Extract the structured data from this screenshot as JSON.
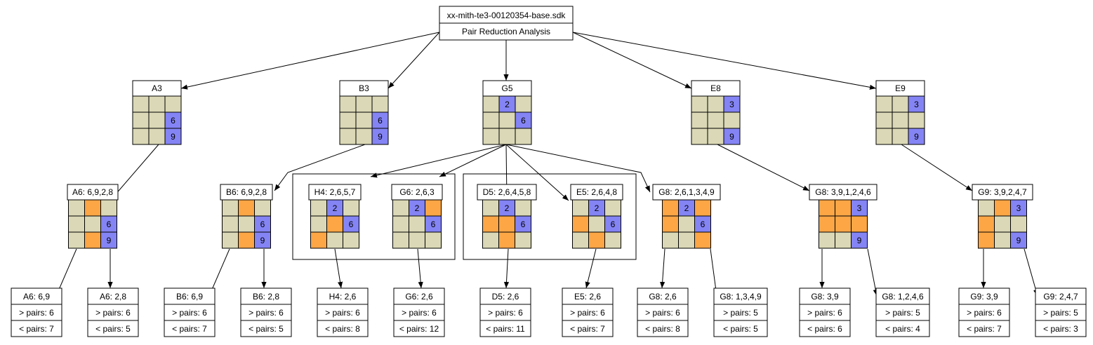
{
  "root": {
    "title": "xx-mith-te3-00120354-base.sdk",
    "subtitle": "Pair Reduction Analysis"
  },
  "colors": {
    "plain": "#dad8b6",
    "blue": "#8484f5",
    "orange": "#fca646",
    "line": "#000000",
    "bg": "#ffffff"
  },
  "cells": [
    {
      "id": "A3",
      "label": "A3",
      "grid": [
        [
          "p",
          "p",
          "p"
        ],
        [
          "p",
          "p",
          "b6"
        ],
        [
          "p",
          "p",
          "b9"
        ]
      ]
    },
    {
      "id": "B3",
      "label": "B3",
      "grid": [
        [
          "p",
          "p",
          "p"
        ],
        [
          "p",
          "p",
          "b6"
        ],
        [
          "p",
          "p",
          "b9"
        ]
      ]
    },
    {
      "id": "G5",
      "label": "G5",
      "grid": [
        [
          "p",
          "b2",
          "p"
        ],
        [
          "p",
          "p",
          "b6"
        ],
        [
          "p",
          "p",
          "p"
        ]
      ]
    },
    {
      "id": "E8",
      "label": "E8",
      "grid": [
        [
          "p",
          "p",
          "b3"
        ],
        [
          "p",
          "p",
          "p"
        ],
        [
          "p",
          "p",
          "b9"
        ]
      ]
    },
    {
      "id": "E9",
      "label": "E9",
      "grid": [
        [
          "p",
          "p",
          "b3"
        ],
        [
          "p",
          "p",
          "p"
        ],
        [
          "p",
          "p",
          "b9"
        ]
      ]
    }
  ],
  "candidates": [
    {
      "id": "A6",
      "label": "A6: 6,9,2,8",
      "grid": [
        [
          "p",
          "o",
          "p"
        ],
        [
          "p",
          "p",
          "b6"
        ],
        [
          "p",
          "o",
          "b9"
        ]
      ]
    },
    {
      "id": "B6",
      "label": "B6: 6,9,2,8",
      "grid": [
        [
          "p",
          "o",
          "p"
        ],
        [
          "p",
          "p",
          "b6"
        ],
        [
          "p",
          "o",
          "b9"
        ]
      ]
    },
    {
      "id": "H4",
      "label": "H4: 2,6,5,7",
      "grid": [
        [
          "p",
          "b2",
          "p"
        ],
        [
          "p",
          "o",
          "b6"
        ],
        [
          "o",
          "p",
          "p"
        ]
      ]
    },
    {
      "id": "G6",
      "label": "G6: 2,6,3",
      "grid": [
        [
          "p",
          "b2",
          "o"
        ],
        [
          "p",
          "p",
          "b6"
        ],
        [
          "p",
          "p",
          "p"
        ]
      ]
    },
    {
      "id": "D5",
      "label": "D5: 2,6,4,5,8",
      "grid": [
        [
          "p",
          "b2",
          "p"
        ],
        [
          "o",
          "o",
          "b6"
        ],
        [
          "p",
          "o",
          "p"
        ]
      ]
    },
    {
      "id": "E5",
      "label": "E5: 2,6,4,8",
      "grid": [
        [
          "p",
          "b2",
          "p"
        ],
        [
          "o",
          "p",
          "b6"
        ],
        [
          "p",
          "o",
          "p"
        ]
      ]
    },
    {
      "id": "G8a",
      "label": "G8: 2,6,1,3,4,9",
      "grid": [
        [
          "o",
          "b2",
          "o"
        ],
        [
          "o",
          "p",
          "b6"
        ],
        [
          "p",
          "p",
          "o"
        ]
      ]
    },
    {
      "id": "G8b",
      "label": "G8: 3,9,1,2,4,6",
      "grid": [
        [
          "o",
          "o",
          "b3"
        ],
        [
          "o",
          "o",
          "o"
        ],
        [
          "p",
          "p",
          "b9"
        ]
      ]
    },
    {
      "id": "G9",
      "label": "G9: 3,9,2,4,7",
      "grid": [
        [
          "p",
          "o",
          "b3"
        ],
        [
          "o",
          "p",
          "p"
        ],
        [
          "o",
          "p",
          "b9"
        ]
      ]
    }
  ],
  "results": [
    {
      "id": "rA6a",
      "title": "A6: 6,9",
      "more": "> pairs: 6",
      "less": "< pairs: 7"
    },
    {
      "id": "rA6b",
      "title": "A6: 2,8",
      "more": "> pairs: 6",
      "less": "< pairs: 5"
    },
    {
      "id": "rB6a",
      "title": "B6: 6,9",
      "more": "> pairs: 6",
      "less": "< pairs: 7"
    },
    {
      "id": "rB6b",
      "title": "B6: 2,8",
      "more": "> pairs: 6",
      "less": "< pairs: 5"
    },
    {
      "id": "rH4",
      "title": "H4: 2,6",
      "more": "> pairs: 6",
      "less": "< pairs: 8"
    },
    {
      "id": "rG6",
      "title": "G6: 2,6",
      "more": "> pairs: 6",
      "less": "< pairs: 12"
    },
    {
      "id": "rD5",
      "title": "D5: 2,6",
      "more": "> pairs: 6",
      "less": "< pairs: 11"
    },
    {
      "id": "rE5",
      "title": "E5: 2,6",
      "more": "> pairs: 6",
      "less": "< pairs: 7"
    },
    {
      "id": "rG8a",
      "title": "G8: 2,6",
      "more": "> pairs: 6",
      "less": "< pairs: 8"
    },
    {
      "id": "rG8b",
      "title": "G8: 1,3,4,9",
      "more": "> pairs: 5",
      "less": "< pairs: 5"
    },
    {
      "id": "rG8c",
      "title": "G8: 3,9",
      "more": "> pairs: 6",
      "less": "< pairs: 6"
    },
    {
      "id": "rG8d",
      "title": "G8: 1,2,4,6",
      "more": "> pairs: 5",
      "less": "< pairs: 4"
    },
    {
      "id": "rG9a",
      "title": "G9: 3,9",
      "more": "> pairs: 6",
      "less": "< pairs: 7"
    },
    {
      "id": "rG9b",
      "title": "G9: 2,4,7",
      "more": "> pairs: 5",
      "less": "< pairs: 3"
    }
  ]
}
